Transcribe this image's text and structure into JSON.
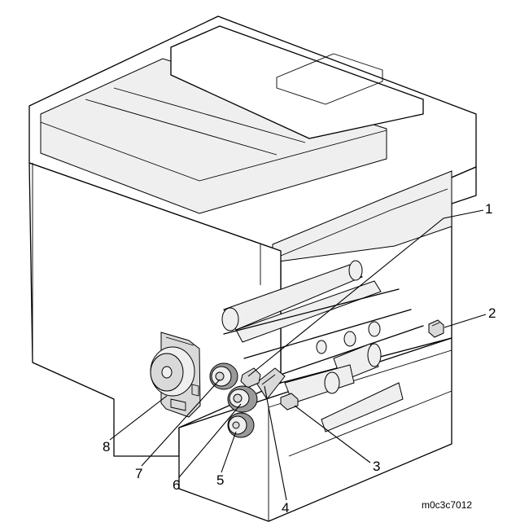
{
  "figure_code": "m0c3c7012",
  "callouts": [
    {
      "id": "1",
      "label": "1"
    },
    {
      "id": "2",
      "label": "2"
    },
    {
      "id": "3",
      "label": "3"
    },
    {
      "id": "4",
      "label": "4"
    },
    {
      "id": "5",
      "label": "5"
    },
    {
      "id": "6",
      "label": "6"
    },
    {
      "id": "7",
      "label": "7"
    },
    {
      "id": "8",
      "label": "8"
    }
  ]
}
